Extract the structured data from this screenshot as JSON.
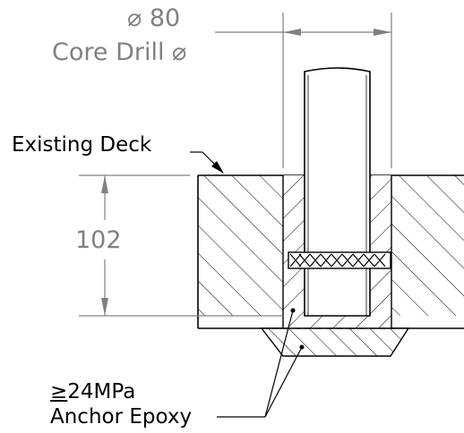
{
  "dimensions": {
    "diameter": "⌀ 80",
    "core_drill": "Core Drill ⌀",
    "depth": "102"
  },
  "annotations": {
    "existing_deck": "Existing Deck",
    "epoxy_strength_symbol": "≥",
    "epoxy_strength_value": "24MPa",
    "epoxy_name": "Anchor Epoxy"
  },
  "colors": {
    "line": "#000000",
    "dimension": "#808080"
  }
}
